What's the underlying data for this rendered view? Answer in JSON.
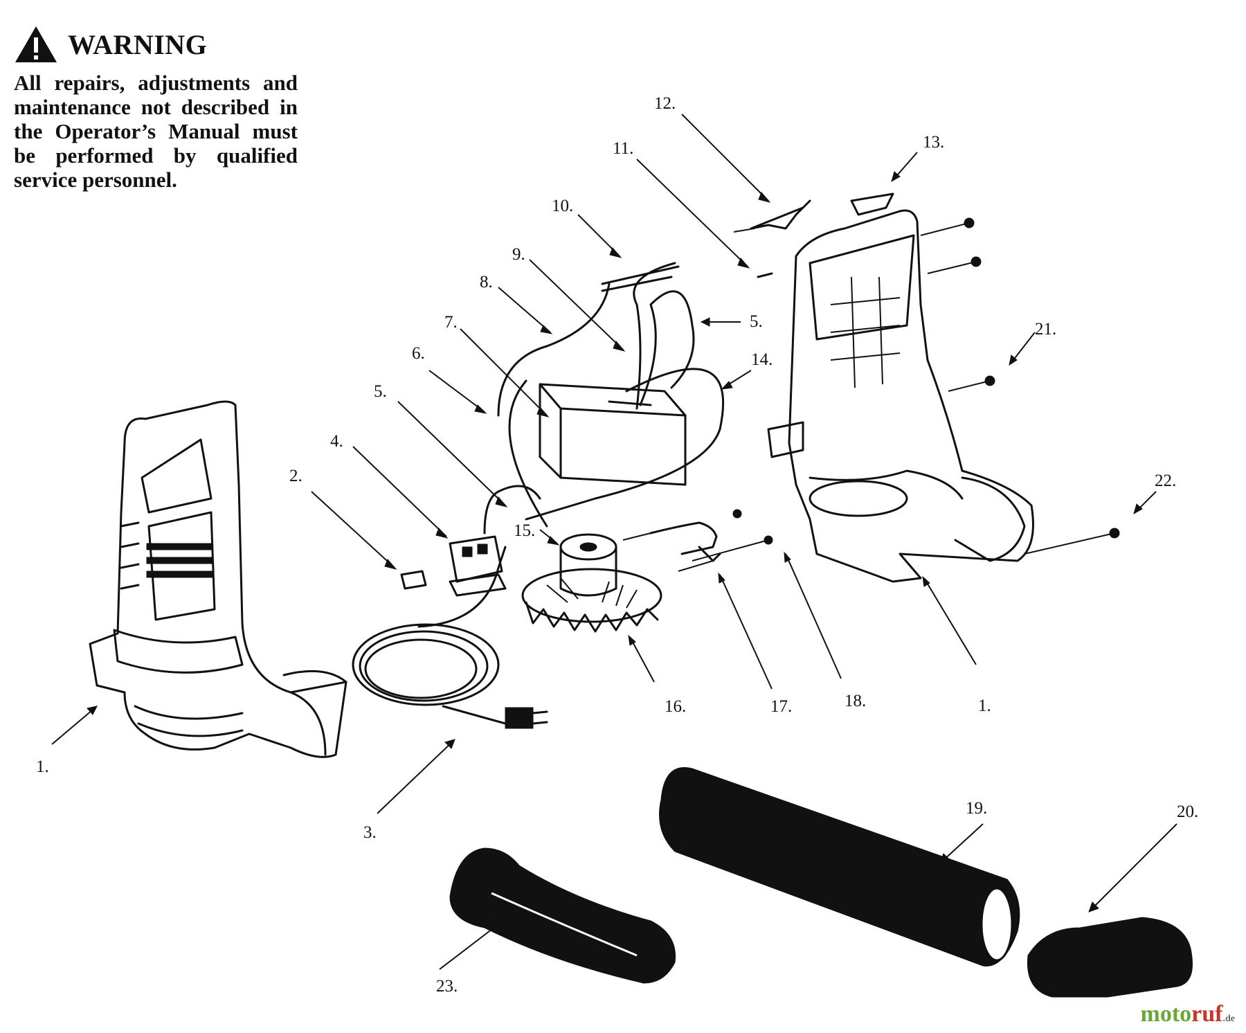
{
  "warning": {
    "title": "WARNING",
    "text": "All repairs, adjustments and maintenance not described in the Operator’s Manual must be performed by qualified service personnel."
  },
  "callouts": [
    "1.",
    "2.",
    "3.",
    "4.",
    "5.",
    "6.",
    "7.",
    "8.",
    "9.",
    "10.",
    "11.",
    "12.",
    "13.",
    "14.",
    "15.",
    "16.",
    "17.",
    "18.",
    "19.",
    "20.",
    "21.",
    "22.",
    "23."
  ],
  "callout_extra": {
    "five_b": "5.",
    "one_b": "1."
  },
  "watermark": {
    "part1": "moto",
    "part2": "ruf",
    "suffix": ".de"
  }
}
